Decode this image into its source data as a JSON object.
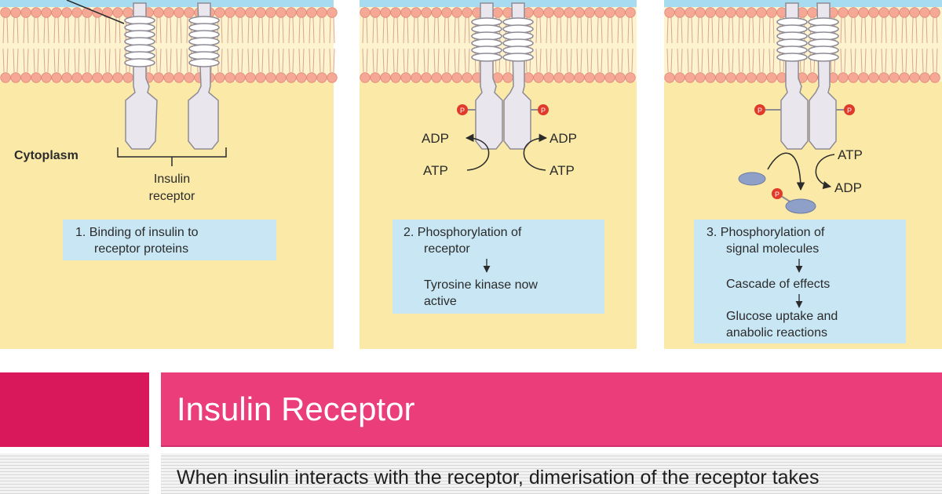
{
  "figure": {
    "panels": [
      {
        "id": "a",
        "cytoplasm_label": "Cytoplasm",
        "receptor_label": [
          "Insulin",
          "receptor"
        ],
        "caption": [
          "1. Binding of insulin to",
          "receptor proteins"
        ]
      },
      {
        "id": "b",
        "left_adp": "ADP",
        "left_atp": "ATP",
        "right_adp": "ADP",
        "right_atp": "ATP",
        "p_label": "P",
        "caption": [
          "2. Phosphorylation of",
          "receptor",
          "Tyrosine kinase now",
          "active"
        ]
      },
      {
        "id": "c",
        "atp": "ATP",
        "adp": "ADP",
        "p_label": "P",
        "caption": [
          "3. Phosphorylation of",
          "signal molecules",
          "Cascade of effects",
          "Glucose uptake and",
          "anabolic reactions"
        ]
      }
    ],
    "colors": {
      "cytoplasm": "#fbeaa7",
      "extracellular": "#a7dcf0",
      "phospholipid_head": "#f5a896",
      "callout_box": "#c8e6f3",
      "receptor": "#eae6ee",
      "phosphate": "#e23a2a",
      "signal_molecule": "#8ea0c8"
    }
  },
  "slide": {
    "title": "Insulin Receptor",
    "body": "When insulin interacts with the receptor, dimerisation of the receptor takes",
    "title_color": "#ec3d7b",
    "title_left_color": "#d9175b"
  }
}
